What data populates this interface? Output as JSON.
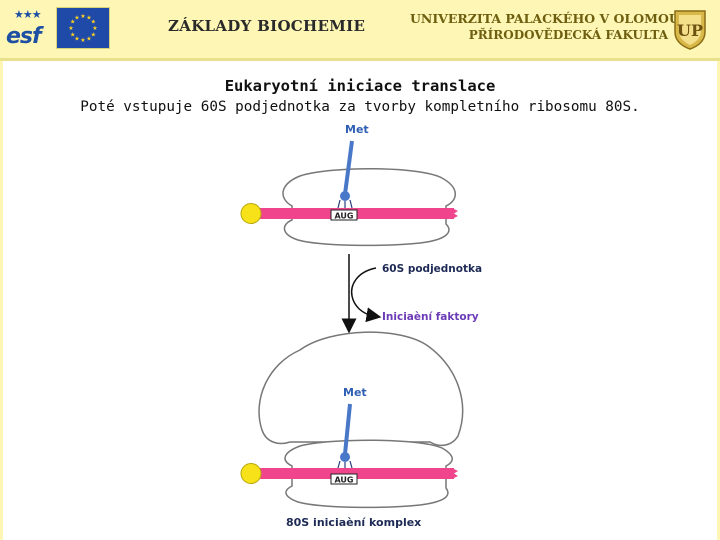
{
  "header": {
    "logo_text": "esf",
    "title": "ZÁKLADY BIOCHEMIE",
    "university_line1": "UNIVERZITA PALACKÉHO V OLOMOUCI",
    "university_line2": "PŘÍRODOVĚDECKÁ FAKULTA",
    "upol_logo_text": "UP"
  },
  "slide": {
    "title": "Eukaryotní iniciace translace",
    "subtitle": "Poté vstupuje 60S podjednotka za tvorby kompletního ribosomu 80S."
  },
  "diagram": {
    "top_trna_label": "Met",
    "top_codon_label": "AUG",
    "arrow_label_in": "60S podjednotka",
    "arrow_label_out": "Iniciaèní faktory",
    "bottom_trna_label": "Met",
    "bottom_codon_label": "AUG",
    "complex_label": "80S iniciaèní komplex"
  },
  "colors": {
    "header_bg": "#fdf6b4",
    "mrna": "#f0448c",
    "cap": "#f7e21a",
    "trna": "#4a78c9",
    "label_blue": "#2f5fb3",
    "factor_purple": "#6b3bb8"
  }
}
